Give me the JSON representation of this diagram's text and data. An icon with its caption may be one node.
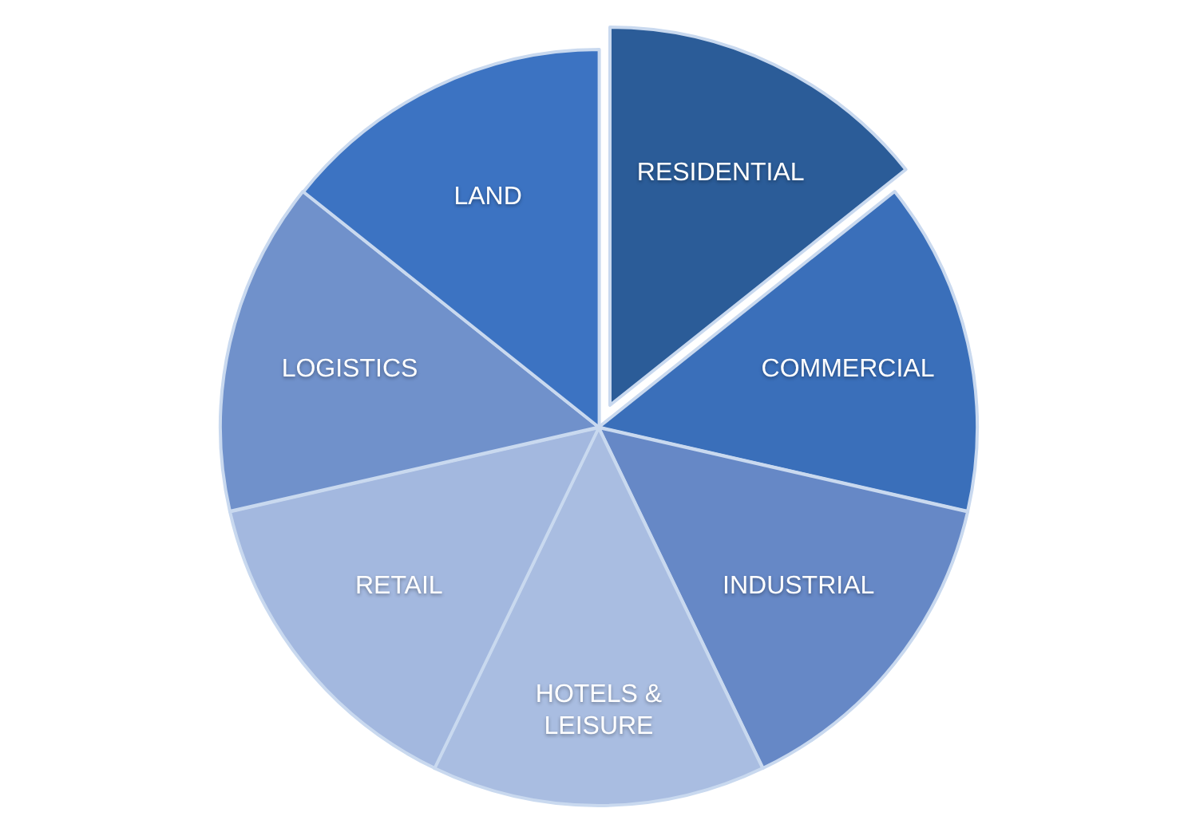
{
  "diagram": {
    "nodes": [
      {
        "text": [
          "RESIDENTIAL"
        ]
      },
      {
        "text": [
          "COMMERCIAL"
        ]
      },
      {
        "text": [
          "INDUSTRIAL"
        ]
      },
      {
        "text": [
          "HOTELS & LEISURE"
        ]
      },
      {
        "text": [
          "RETAIL"
        ]
      },
      {
        "text": [
          "LOGISTICS"
        ]
      },
      {
        "text": [
          "LAND"
        ]
      }
    ]
  }
}
